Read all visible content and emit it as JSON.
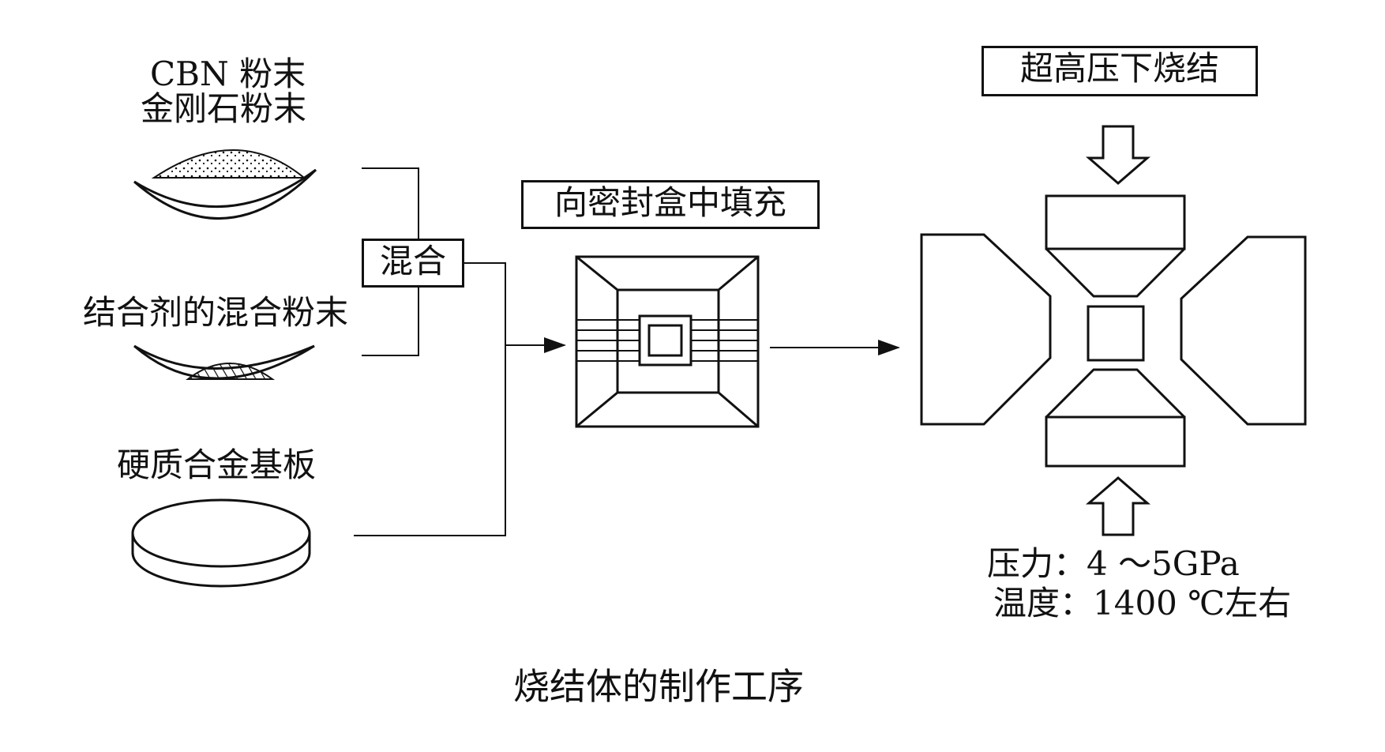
{
  "labels": {
    "powder_1": "CBN 粉末",
    "powder_2": "金刚石粉末",
    "binder": "结合剂的混合粉末",
    "substrate": "硬质合金基板",
    "mix": "混合",
    "fill_box": "向密封盒中填充",
    "sinter": "超高压下烧结",
    "pressure": "压力：4 ～5GPa",
    "temperature": "温度：1400 ℃左右",
    "caption": "烧结体的制作工序"
  },
  "colors": {
    "ink": "#111111",
    "paper": "#ffffff"
  }
}
